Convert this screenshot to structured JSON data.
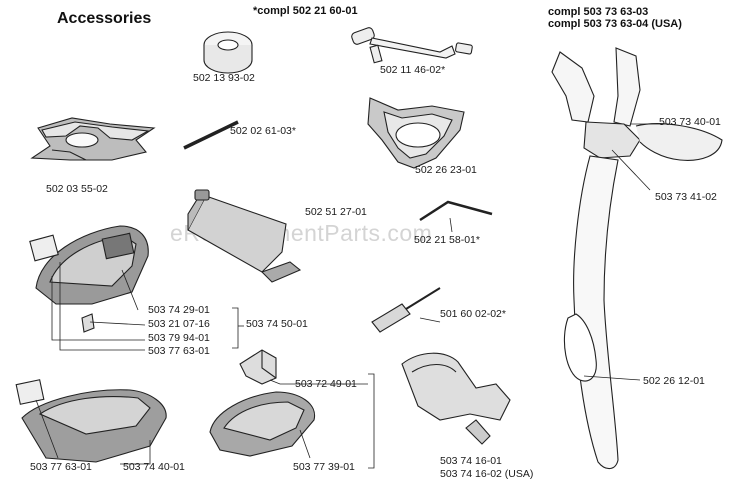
{
  "title": "Accessories",
  "watermark": "eReplacementParts.com",
  "headers": {
    "compl_a": "*compl 502 21 60-01",
    "compl_b": "compl 503 73 63-03",
    "compl_c": "compl 503 73 63-04 (USA)"
  },
  "labels": {
    "p502_13_93_02": "502 13 93-02",
    "p502_11_46_02": "502 11 46-02*",
    "p502_02_61_03": "502 02 61-03*",
    "p502_03_55_02": "502 03 55-02",
    "p502_26_23_01": "502 26 23-01",
    "p502_51_27_01": "502 51 27-01",
    "p502_21_58_01": "502 21 58-01*",
    "p503_73_40_01": "503 73 40-01",
    "p503_73_41_02": "503 73 41-02",
    "p503_74_29_01": "503 74 29-01",
    "p503_21_07_16": "503 21 07-16",
    "p503_74_50_01": "503 74 50-01",
    "p503_79_94_01": "503 79 94-01",
    "p503_77_63_01a": "503 77 63-01",
    "p501_60_02_02": "501 60 02-02*",
    "p502_26_12_01": "502 26 12-01",
    "p503_72_49_01": "503 72 49-01",
    "p503_77_63_01b": "503 77 63-01",
    "p503_74_40_01": "503 74 40-01",
    "p503_77_39_01": "503 77 39-01",
    "p503_74_16_01": "503 74 16-01",
    "p503_74_16_02": "503 74 16-02 (USA)"
  }
}
